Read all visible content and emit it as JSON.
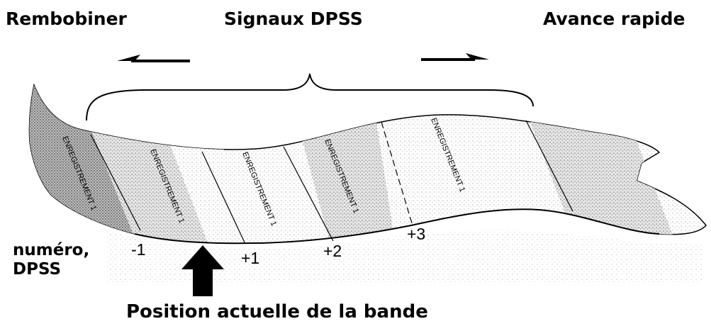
{
  "header": {
    "rewind": "Rembobiner",
    "signals": "Signaux DPSS",
    "fast_forward": "Avance rapide"
  },
  "tape": {
    "records": [
      {
        "label": "ENREGISTREMENT 1"
      },
      {
        "label": "ENREGISTREMENT 1"
      },
      {
        "label": "ENREGISTREMENT 1"
      },
      {
        "label": "ENREGISTREMENT 1"
      },
      {
        "label": "ENREGISTREMENT 1"
      }
    ],
    "dpss_numbers": [
      "-1",
      "+1",
      "+2",
      "+3"
    ]
  },
  "caption": {
    "number_line1": "numéro,",
    "number_line2": "DPSS",
    "position": "Position actuelle de la bande"
  },
  "icons": [
    "arrow-left-icon",
    "arrow-right-icon",
    "brace-icon",
    "arrow-up-icon"
  ]
}
